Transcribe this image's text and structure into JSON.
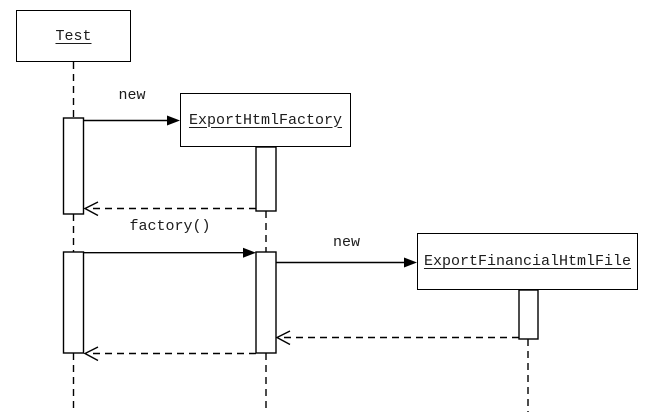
{
  "diagram": {
    "type": "uml-sequence",
    "colors": {
      "background": "#ffffff",
      "line": "#000000",
      "box_fill": "#ffffff",
      "text": "#1c1c1c"
    },
    "objects": [
      {
        "name": "Test"
      },
      {
        "name": "ExportHtmlFactory"
      },
      {
        "name": "ExportFinancialHtmlFile"
      }
    ],
    "messages": [
      {
        "label": "new",
        "style": "solid-filled-arrow",
        "from": "Test",
        "to": "ExportHtmlFactory"
      },
      {
        "label": "",
        "style": "dashed-return-arrow",
        "from": "ExportHtmlFactory",
        "to": "Test"
      },
      {
        "label": "factory()",
        "style": "solid-filled-arrow",
        "from": "Test",
        "to": "ExportHtmlFactory"
      },
      {
        "label": "new",
        "style": "solid-filled-arrow",
        "from": "ExportHtmlFactory",
        "to": "ExportFinancialHtmlFile"
      },
      {
        "label": "",
        "style": "dashed-return-arrow",
        "from": "ExportFinancialHtmlFile",
        "to": "ExportHtmlFactory"
      },
      {
        "label": "",
        "style": "dashed-return-arrow",
        "from": "ExportHtmlFactory",
        "to": "Test"
      }
    ]
  }
}
